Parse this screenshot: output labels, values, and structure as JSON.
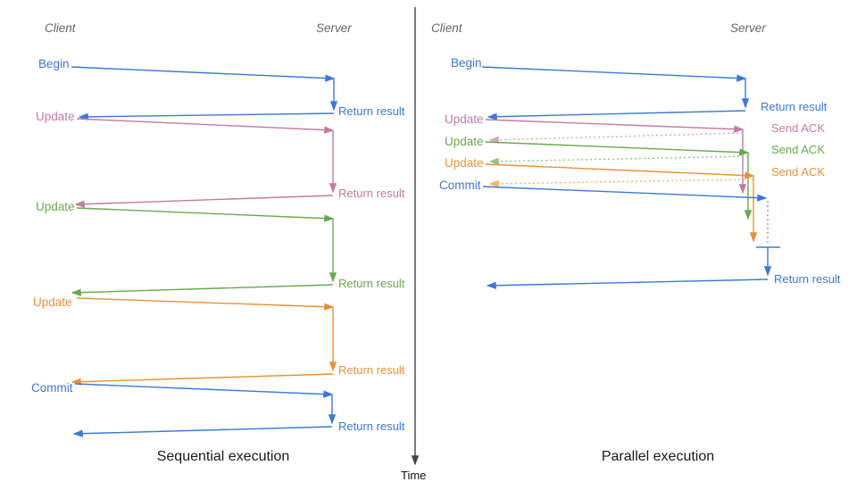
{
  "left": {
    "client": "Client",
    "server": "Server",
    "caption": "Sequential execution",
    "rows": [
      {
        "label": "Begin",
        "result": "Return result"
      },
      {
        "label": "Update",
        "result": "Return result"
      },
      {
        "label": "Update",
        "result": "Return result"
      },
      {
        "label": "Update",
        "result": "Return result"
      },
      {
        "label": "Commit",
        "result": "Return result"
      }
    ]
  },
  "right": {
    "client": "Client",
    "server": "Server",
    "caption": "Parallel execution",
    "rows": [
      {
        "label": "Begin",
        "result": "Return result"
      },
      {
        "label": "Update",
        "result": "Send ACK"
      },
      {
        "label": "Update",
        "result": "Send ACK"
      },
      {
        "label": "Update",
        "result": "Send ACK"
      },
      {
        "label": "Commit",
        "result": "Return result"
      }
    ]
  },
  "time_label": "Time",
  "colors": {
    "blue": "#3c78d8",
    "pink": "#c27ba0",
    "green": "#6aa84f",
    "orange": "#e69138",
    "blue_light": "#6d9eeb",
    "pink_light": "#d5a6bd",
    "green_light": "#93c47d",
    "orange_light": "#f6b26b",
    "axis": "#444444",
    "lifeline_text": "#666666",
    "caption_text": "#1a1a1a"
  }
}
